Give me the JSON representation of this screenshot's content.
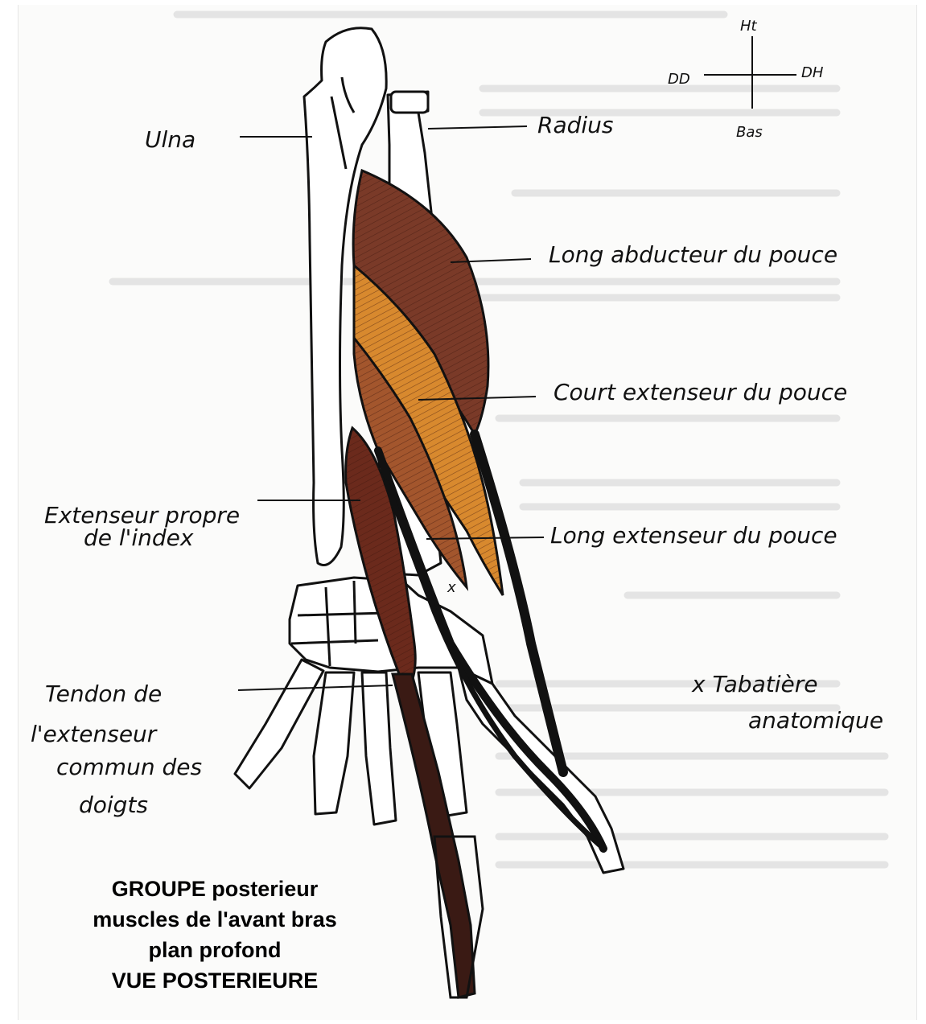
{
  "orientation": {
    "up": "Ht",
    "left": "DD",
    "right": "DH",
    "down": "Bas"
  },
  "labels": {
    "ulna": "Ulna",
    "radius": "Radius",
    "long_abducteur": "Long abducteur du pouce",
    "court_extenseur": "Court extenseur du pouce",
    "extenseur_index_1": "Extenseur propre",
    "extenseur_index_2": "de l'index",
    "long_extenseur": "Long extenseur du pouce",
    "tendon_1": "Tendon de",
    "tendon_2": "l'extenseur",
    "tendon_3": "commun des",
    "tendon_4": "doigts",
    "tabatiere_1": "x Tabatière",
    "tabatiere_2": "anatomique",
    "tabatiere_mark": "x"
  },
  "caption": {
    "line1": "GROUPE posterieur",
    "line2": "muscles de l'avant bras",
    "line3": "plan profond",
    "line4": "VUE POSTERIEURE"
  },
  "colors": {
    "muscle_dark": "#6b2a1c",
    "muscle_mid": "#8a4a2c",
    "muscle_orange": "#d8892e",
    "tendon": "#111111",
    "ink": "#111111"
  }
}
